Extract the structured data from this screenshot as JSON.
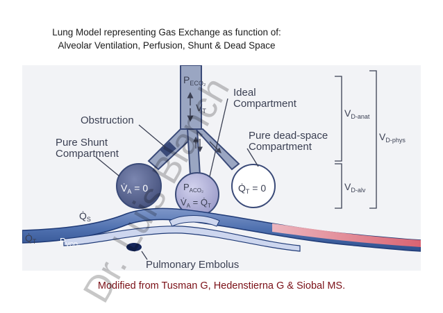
{
  "header": {
    "line1": "Lung Model representing Gas Exchange as function of:",
    "line2": "Alveolar Ventilation, Perfusion, Shunt & Dead Space"
  },
  "diagram": {
    "labels": {
      "peco2": "P",
      "peco2_sub": "ECO₂",
      "vt": "V",
      "vt_sub": "T",
      "obstruction": "Obstruction",
      "ideal1": "Ideal",
      "ideal2": "Compartment",
      "pure_shunt1": "Pure Shunt",
      "pure_shunt2": "Compartment",
      "pure_dead1": "Pure dead-space",
      "pure_dead2": "Compartment",
      "va0": "V̇",
      "va0_sub": "A",
      "va0_eq": " = 0",
      "paco2": "P",
      "paco2_sub": "ACO₂",
      "va_eq_q_a": "V̇",
      "va_eq_q_sub1": "A",
      "va_eq_q_mid": " = Q̇",
      "va_eq_q_sub2": "T",
      "qt0": "Q̇",
      "qt0_sub": "T",
      "qt0_eq": " = 0",
      "vd_anat": "V",
      "vd_anat_sub": "D-anat",
      "vd_alv": "V",
      "vd_alv_sub": "D-alv",
      "vd_phys": "V",
      "vd_phys_sub": "D-phys",
      "qs": "Q̇",
      "qs_sub": "S",
      "qt": "Q̇",
      "qt_sub": "T",
      "pvco2": "P",
      "pvco2_sub": "VCO₂",
      "pulmonary_embolus": "Pulmonary Embolus"
    }
  },
  "footer": {
    "credit": "Modified from Tusman G, Hedenstierna G & Siobal MS."
  },
  "watermark": {
    "text": "Dr. Luis Blanch"
  },
  "colors": {
    "airway": "#9aa6c2",
    "airway_dark": "#3a4a78",
    "shunt_alveolus": "#5b6793",
    "ideal_alveolus": "#b3b3d9",
    "vessel": "#4d6fae",
    "vessel_light": "#cdd6ee",
    "arterial_band": "#e77882",
    "text_dark": "#3a3f52",
    "credit": "#7a0f16"
  }
}
